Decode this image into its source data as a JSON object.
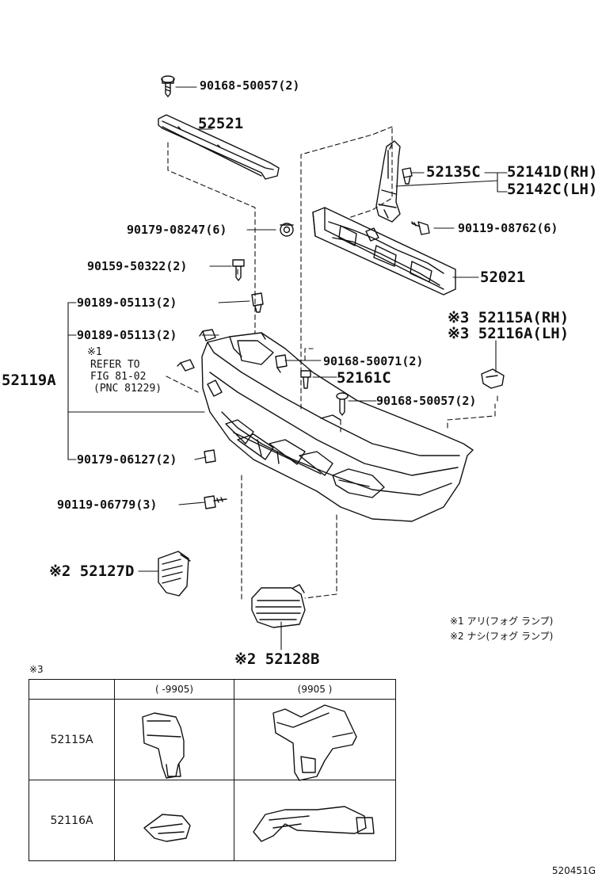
{
  "labels": {
    "p90168_50057_top": "90168-50057(2)",
    "p52521": "52521",
    "p52135C": "52135C",
    "p52141D": "52141D(RH)",
    "p52142C": "52142C(LH)",
    "p90179_08247": "90179-08247(6)",
    "p90119_08762": "90119-08762(6)",
    "p90159_50322": "90159-50322(2)",
    "p52021": "52021",
    "p90189_05113_a": "90189-05113(2)",
    "p52115A": "※3 52115A(RH)",
    "p52116A": "※3 52116A(LH)",
    "p90189_05113_b": "90189-05113(2)",
    "note1_mark": "※1",
    "refer_1": "REFER TO",
    "refer_2": "FIG 81-02",
    "refer_3": "(PNC 81229)",
    "p90168_50071": "90168-50071(2)",
    "p52119A": "52119A",
    "p52161C": "52161C",
    "p90168_50057_mid": "90168-50057(2)",
    "p90179_06127": "90179-06127(2)",
    "p90119_06779": "90119-06779(3)",
    "p52127D": "※2 52127D",
    "p52128B": "※2 52128B",
    "legend_1": "※1 アリ(フォグ ランプ)",
    "legend_2": "※2 ナシ(フォグ ランプ)"
  },
  "table": {
    "note": "※3",
    "col1": "(    -9905)",
    "col2": "(9905       )",
    "row1": "52115A",
    "row2": "52116A"
  },
  "code": "520451G"
}
